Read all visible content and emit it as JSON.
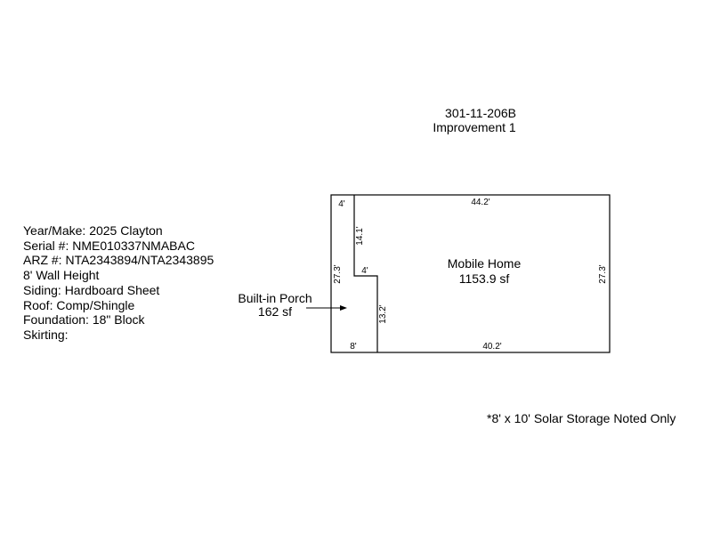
{
  "header": {
    "parcel_id": "301-11-206B",
    "improvement": "Improvement 1"
  },
  "details": [
    "Year/Make: 2025 Clayton",
    "Serial #: NME010337NMABAC",
    "ARZ #: NTA2343894/NTA2343895",
    "8' Wall Height",
    "Siding: Hardboard Sheet",
    "Roof: Comp/Shingle",
    "Foundation: 18\" Block",
    "Skirting:"
  ],
  "rooms": {
    "mobile_home": {
      "name": "Mobile Home",
      "area": "1153.9 sf"
    },
    "porch": {
      "name": "Built-in Porch",
      "area": "162 sf"
    }
  },
  "dimensions": {
    "top": "44.2'",
    "bottom": "40.2'",
    "right": "27.3'",
    "left": "27.3'",
    "porch_top": "4'",
    "porch_notch_vertical": "14.1'",
    "porch_notch_horizontal": "4'",
    "porch_lower_vertical": "13.2'",
    "porch_bottom": "8'"
  },
  "note": "*8' x 10' Solar Storage Noted Only"
}
